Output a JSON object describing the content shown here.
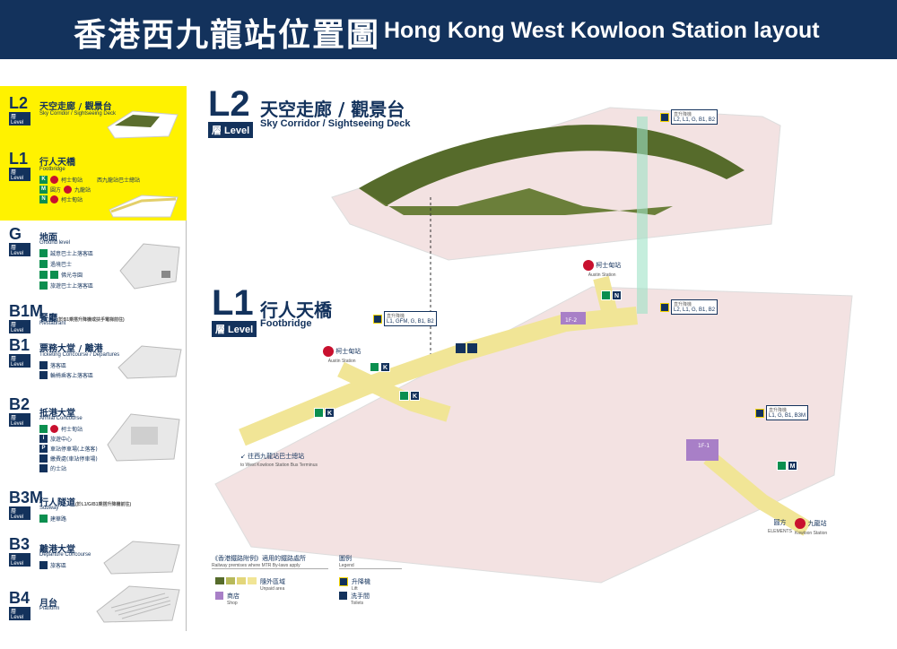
{
  "header": {
    "title_zh": "香港西九龍站位置圖",
    "title_en": "Hong Kong West Kowloon Station layout"
  },
  "colors": {
    "navy": "#13325c",
    "yellow": "#fff200",
    "footbridge": "#f1e596",
    "floor": "#f3e2e2",
    "greenroof": "#566b2b",
    "exit_green": "#0b8f4f",
    "mtr_red": "#c8102e",
    "shop_purple": "#a87fc7"
  },
  "sidebar": {
    "levels": [
      {
        "code": "L2",
        "tag": "層 Level",
        "title": "天空走廊 / 觀景台",
        "subtitle": "Sky Corridor / Sightseeing Deck"
      },
      {
        "code": "L1",
        "tag": "層 Level",
        "title": "行人天橋",
        "subtitle": "Footbridge",
        "rows": [
          "柯士甸站",
          "西九龍站巴士總站",
          "圓方",
          "九龍站",
          "柯士甸站"
        ]
      },
      {
        "code": "G",
        "tag": "層 Level",
        "title": "地面",
        "subtitle": "Ground level",
        "rows": [
          "誠意巴士上落客區",
          "過境巴士",
          "佛光寺園",
          "旅遊巴士上落客區"
        ]
      },
      {
        "code": "B1M",
        "tag": "層 Level",
        "title": "餐廳",
        "title_note": "(於B1乘搭升降機或扶手電梯前往)",
        "subtitle": "Restaurant"
      },
      {
        "code": "B1",
        "tag": "層 Level",
        "title": "票務大堂 / 離港",
        "subtitle": "Ticketing Concourse / Departures",
        "rows": [
          "落客區",
          "輪椅乘客上落客區"
        ]
      },
      {
        "code": "B2",
        "tag": "層 Level",
        "title": "抵港大堂",
        "subtitle": "Arrival Concourse",
        "rows": [
          "柯士甸站",
          "旅遊中心",
          "車站停車場(上落客)",
          "繳費處(車站停車場)",
          "的士站"
        ]
      },
      {
        "code": "B3M",
        "tag": "層 Level",
        "title": "行人隧道",
        "title_note": "(於L1/G/B1乘搭升降機前往)",
        "subtitle": "Subway",
        "rows": [
          "建華路"
        ]
      },
      {
        "code": "B3",
        "tag": "層 Level",
        "title": "離港大堂",
        "subtitle": "Departure Concourse",
        "rows": [
          "旅客區"
        ]
      },
      {
        "code": "B4",
        "tag": "層 Level",
        "title": "月台",
        "subtitle": "Platform"
      }
    ]
  },
  "map": {
    "l2": {
      "code": "L2",
      "tag": "層 Level",
      "title": "天空走廊 / 觀景台",
      "subtitle": "Sky Corridor / Sightseeing Deck"
    },
    "l1": {
      "code": "L1",
      "tag": "層 Level",
      "title": "行人天橋",
      "subtitle": "Footbridge"
    },
    "lifts": [
      {
        "label": "L2, L1, G, B1, B2",
        "caption": "直升降機"
      },
      {
        "label": "L1, GFM, G, B1, B2",
        "caption": "直升降機"
      },
      {
        "label": "L2, L1, G, B1, B2",
        "caption": "直升降機"
      },
      {
        "label": "L1, G, B1, B3M",
        "caption": "直升降機"
      }
    ],
    "stations": [
      {
        "zh": "柯士甸站",
        "en": "Austin Station"
      },
      {
        "zh": "柯士甸站",
        "en": "Austin Station"
      },
      {
        "zh": "九龍站",
        "en": "Kowloon Station"
      }
    ],
    "exits": [
      "K",
      "K",
      "K",
      "N",
      "M"
    ],
    "shops": [
      "1F-2",
      "1F-1"
    ],
    "elements": {
      "zh": "圓方",
      "en": "ELEMENTS"
    },
    "bus_terminus": {
      "zh": "往西九龍站巴士總站",
      "en": "to West Kowloon Station Bus Terminus"
    }
  },
  "legend": {
    "railway_title": "《香港鐵路附例》適用的鐵路處所",
    "railway_sub": "Railway premises where MTR By-laws apply",
    "unpaid_zh": "隨外區域",
    "unpaid_en": "Unpaid area",
    "shop_zh": "商店",
    "shop_en": "Shop",
    "legend_zh": "圖例",
    "legend_en": "Legend",
    "lift_zh": "升降機",
    "lift_en": "Lift",
    "toilet_zh": "洗手間",
    "toilet_en": "Toilets"
  }
}
